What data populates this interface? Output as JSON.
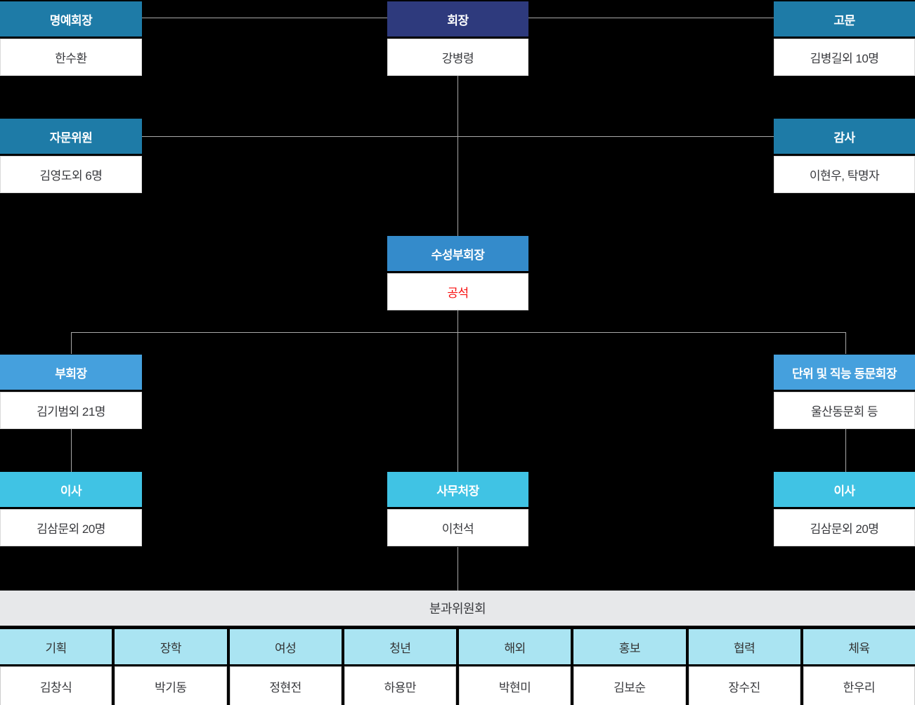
{
  "org": {
    "honorary_chair": {
      "title": "명예회장",
      "name": "한수환"
    },
    "chair": {
      "title": "회장",
      "name": "강병령"
    },
    "advisor": {
      "title": "고문",
      "name": "김병길외 10명"
    },
    "advisory_committee": {
      "title": "자문위원",
      "name": "김영도외 6명"
    },
    "auditor": {
      "title": "감사",
      "name": "이현우, 탁명자"
    },
    "suseong_vice_chair": {
      "title": "수성부회장",
      "name": "공석"
    },
    "vice_chair": {
      "title": "부회장",
      "name": "김기범외 21명"
    },
    "unit_alumni_chair": {
      "title": "단위 및 직능 동문회장",
      "name": "울산동문회 등"
    },
    "director_left": {
      "title": "이사",
      "name": "김삼문외 20명"
    },
    "secretary_general": {
      "title": "사무처장",
      "name": "이천석"
    },
    "director_right": {
      "title": "이사",
      "name": "김삼문외 20명"
    },
    "subcommittee_bar": {
      "title": "분과위원회"
    },
    "committees": [
      {
        "title": "기획",
        "name": "김창식"
      },
      {
        "title": "장학",
        "name": "박기동"
      },
      {
        "title": "여성",
        "name": "정현전"
      },
      {
        "title": "청년",
        "name": "하용만"
      },
      {
        "title": "해외",
        "name": "박현미"
      },
      {
        "title": "홍보",
        "name": "김보순"
      },
      {
        "title": "협력",
        "name": "장수진"
      },
      {
        "title": "체육",
        "name": "한우리"
      }
    ]
  },
  "colors": {
    "background": "#000000",
    "header_teal": "#1e7ba7",
    "header_navy": "#2e3a7d",
    "header_blue_mid": "#348bcb",
    "header_sky_blue": "#45a0dd",
    "header_cyan": "#40c3e4",
    "header_light_cyan": "#aae4f2",
    "section_bar_gray": "#e7e8ea",
    "vacant_red": "#f81010",
    "body_text": "#38393d",
    "connector_line": "#a9a9a9"
  }
}
